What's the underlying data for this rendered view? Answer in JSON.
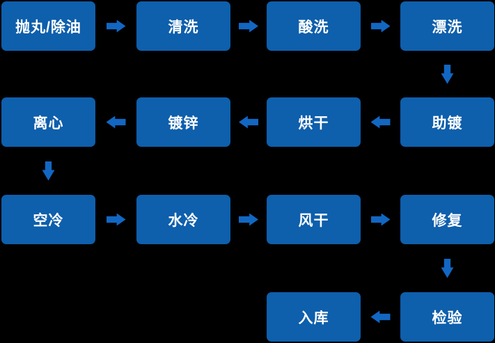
{
  "diagram": {
    "title": "hot-dip-galvanizing-process-flowchart",
    "colors": {
      "background": "#000000",
      "node_fill": "#0e5fac",
      "arrow_fill": "#1267c2",
      "node_text": "#ffffff"
    },
    "nodes": [
      {
        "id": "shot-blast-degrease",
        "label": "抛丸/除油",
        "row": 0,
        "col": 0
      },
      {
        "id": "cleaning",
        "label": "清洗",
        "row": 0,
        "col": 1
      },
      {
        "id": "acid-pickling",
        "label": "酸洗",
        "row": 0,
        "col": 2
      },
      {
        "id": "rinsing",
        "label": "漂洗",
        "row": 0,
        "col": 3
      },
      {
        "id": "centrifuging",
        "label": "离心",
        "row": 1,
        "col": 0
      },
      {
        "id": "galvanizing",
        "label": "镀锌",
        "row": 1,
        "col": 1
      },
      {
        "id": "oven-drying",
        "label": "烘干",
        "row": 1,
        "col": 2
      },
      {
        "id": "fluxing",
        "label": "助镀",
        "row": 1,
        "col": 3
      },
      {
        "id": "air-cooling",
        "label": "空冷",
        "row": 2,
        "col": 0
      },
      {
        "id": "water-cooling",
        "label": "水冷",
        "row": 2,
        "col": 1
      },
      {
        "id": "air-drying",
        "label": "风干",
        "row": 2,
        "col": 2
      },
      {
        "id": "repairing",
        "label": "修复",
        "row": 2,
        "col": 3
      },
      {
        "id": "warehousing",
        "label": "入库",
        "row": 3,
        "col": 2
      },
      {
        "id": "inspection",
        "label": "检验",
        "row": 3,
        "col": 3
      }
    ],
    "arrows": [
      {
        "dir": "right",
        "row": 0,
        "gap_col": 0,
        "from": "抛丸/除油",
        "to": "清洗"
      },
      {
        "dir": "right",
        "row": 0,
        "gap_col": 1,
        "from": "清洗",
        "to": "酸洗"
      },
      {
        "dir": "right",
        "row": 0,
        "gap_col": 2,
        "from": "酸洗",
        "to": "漂洗"
      },
      {
        "dir": "down",
        "row": 0,
        "col": 3,
        "from": "漂洗",
        "to": "助镀"
      },
      {
        "dir": "left",
        "row": 1,
        "gap_col": 2,
        "from": "助镀",
        "to": "烘干"
      },
      {
        "dir": "left",
        "row": 1,
        "gap_col": 1,
        "from": "烘干",
        "to": "镀锌"
      },
      {
        "dir": "left",
        "row": 1,
        "gap_col": 0,
        "from": "镀锌",
        "to": "离心"
      },
      {
        "dir": "down",
        "row": 1,
        "col": 0,
        "from": "离心",
        "to": "空冷"
      },
      {
        "dir": "right",
        "row": 2,
        "gap_col": 0,
        "from": "空冷",
        "to": "水冷"
      },
      {
        "dir": "right",
        "row": 2,
        "gap_col": 1,
        "from": "水冷",
        "to": "风干"
      },
      {
        "dir": "right",
        "row": 2,
        "gap_col": 2,
        "from": "风干",
        "to": "修复"
      },
      {
        "dir": "down",
        "row": 2,
        "col": 3,
        "from": "修复",
        "to": "检验"
      },
      {
        "dir": "left",
        "row": 3,
        "gap_col": 2,
        "from": "检验",
        "to": "入库"
      }
    ]
  }
}
